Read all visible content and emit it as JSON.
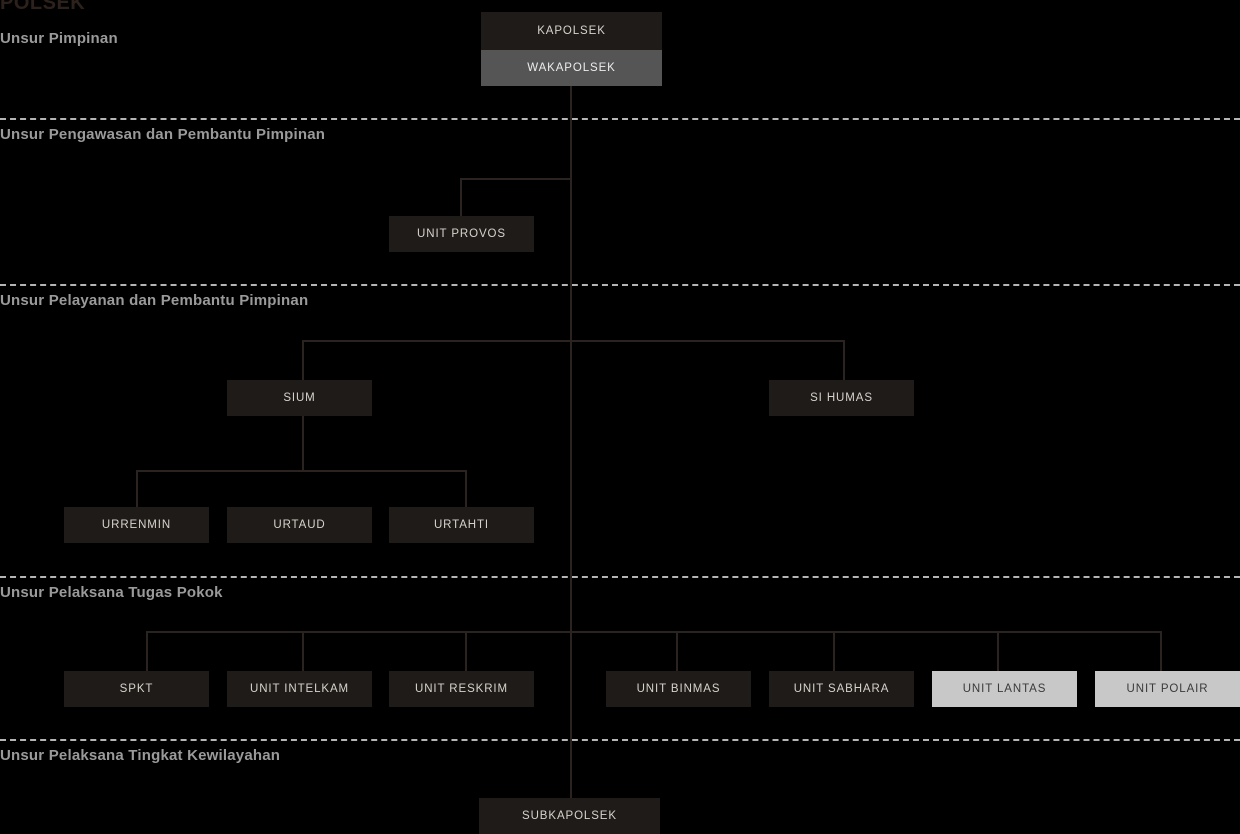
{
  "title": "POLSEK",
  "colors": {
    "background": "#000000",
    "box_dark": "#1f1b18",
    "box_mid": "#555555",
    "box_light": "#c8c8c8",
    "line": "#2b2320",
    "section_label": "#9a9a9a",
    "divider": "#b5b5b5",
    "title_text": "#2c211b"
  },
  "sections": [
    {
      "label": "Unsur Pimpinan"
    },
    {
      "label": "Unsur Pengawasan dan Pembantu Pimpinan"
    },
    {
      "label": "Unsur Pelayanan dan Pembantu Pimpinan"
    },
    {
      "label": "Unsur Pelaksana Tugas Pokok"
    },
    {
      "label": "Unsur Pelaksana Tingkat Kewilayahan"
    }
  ],
  "nodes": {
    "kapolsek": "KAPOLSEK",
    "wakapolsek": "WAKAPOLSEK",
    "unit_provos": "UNIT PROVOS",
    "sium": "SIUM",
    "si_humas": "SI HUMAS",
    "urrenmin": "URRENMIN",
    "urtaud": "URTAUD",
    "urtahti": "URTAHTI",
    "spkt": "SPKT",
    "unit_intelkam": "UNIT INTELKAM",
    "unit_reskrim": "UNIT RESKRIM",
    "unit_binmas": "UNIT BINMAS",
    "unit_sabhara": "UNIT SABHARA",
    "unit_lantas": "UNIT LANTAS",
    "unit_polair": "UNIT POLAIR",
    "subkapolsek": "SUBKAPOLSEK"
  }
}
